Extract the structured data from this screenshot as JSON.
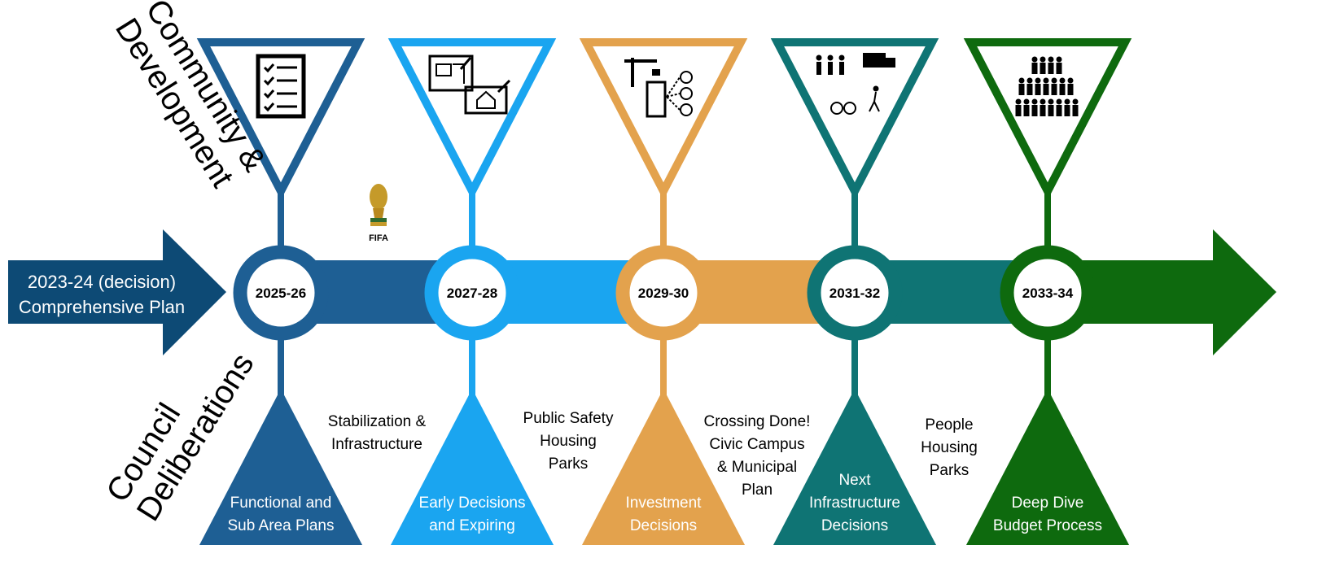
{
  "left_labels": {
    "top": [
      "Community &",
      "Development"
    ],
    "bottom": [
      "Council",
      "Deliberations"
    ]
  },
  "start_arrow": {
    "lines": [
      "2023-24 (decision)",
      "Comprehensive Plan"
    ],
    "color": "#0d4a75"
  },
  "milestones": [
    {
      "year": "2025-26",
      "color": "#1e5f94",
      "icon": "checklist-icon",
      "bottom_lines": [
        "Functional and",
        "Sub Area Plans"
      ]
    },
    {
      "year": "2027-28",
      "color": "#1aa5f0",
      "icon": "blueprint-icon",
      "bottom_lines": [
        "Early Decisions",
        "and Expiring"
      ]
    },
    {
      "year": "2029-30",
      "color": "#e3a24d",
      "icon": "construction-crane-icon",
      "bottom_lines": [
        "Investment",
        "Decisions"
      ]
    },
    {
      "year": "2031-32",
      "color": "#0f7474",
      "icon": "mobility-users-icon",
      "bottom_lines": [
        "Next",
        "Infrastructure",
        "Decisions"
      ]
    },
    {
      "year": "2033-34",
      "color": "#0e6a0e",
      "icon": "people-pyramid-icon",
      "bottom_lines": [
        "Deep Dive",
        "Budget Process"
      ]
    }
  ],
  "between_notes": [
    [
      "Stabilization &",
      "Infrastructure"
    ],
    [
      "Public Safety",
      "Housing",
      "Parks"
    ],
    [
      "Crossing Done!",
      "Civic Campus",
      "& Municipal",
      "Plan"
    ],
    [
      "People",
      "Housing",
      "Parks"
    ]
  ],
  "fifa": {
    "label": "FIFA",
    "icon": "world-cup-trophy-icon"
  },
  "end_arrow_color": "#0e6a0e"
}
